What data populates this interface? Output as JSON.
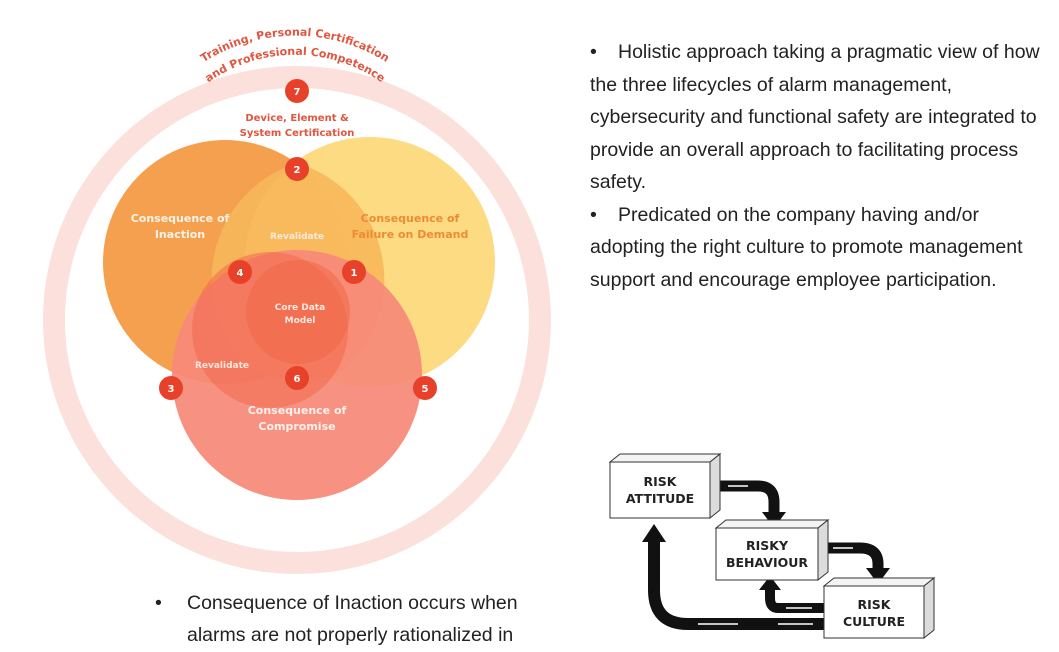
{
  "venn": {
    "outer_ring_label_line1": "Training, Personal Certification",
    "outer_ring_label_line2": "and Professional Competence",
    "ring_marker": "7",
    "device_cert_line1": "Device, Element &",
    "device_cert_line2": "System Certification",
    "circle_inaction_line1": "Consequence of",
    "circle_inaction_line2": "Inaction",
    "circle_failure_line1": "Consequence of",
    "circle_failure_line2": "Failure on Demand",
    "circle_compromise_line1": "Consequence of",
    "circle_compromise_line2": "Compromise",
    "overlap_top_label": "Revalidate",
    "overlap_left_label": "Revalidate",
    "core_line1": "Core Data",
    "core_line2": "Model",
    "markers": [
      "2",
      "4",
      "1",
      "3",
      "6",
      "5"
    ],
    "colors": {
      "ring": "#fad9d4",
      "inaction": "#f3a04e",
      "failure": "#fbd978",
      "compromise": "#f47c6a",
      "marker": "#e8412a"
    }
  },
  "bullets": [
    "Holistic approach taking a pragmatic view of how the three lifecycles of alarm management, cybersecurity and functional safety are integrated to provide an overall approach to facilitating process safety.",
    "Predicated on the company having and/or adopting the right culture to promote management support and encourage employee participation."
  ],
  "bottom_bullet": {
    "line1": "Consequence of Inaction occurs when",
    "line2": "alarms are not properly rationalized in"
  },
  "risk_cycle": {
    "attitude_line1": "RISK",
    "attitude_line2": "ATTITUDE",
    "behaviour_line1": "RISKY",
    "behaviour_line2": "BEHAVIOUR",
    "culture_line1": "RISK",
    "culture_line2": "CULTURE"
  }
}
